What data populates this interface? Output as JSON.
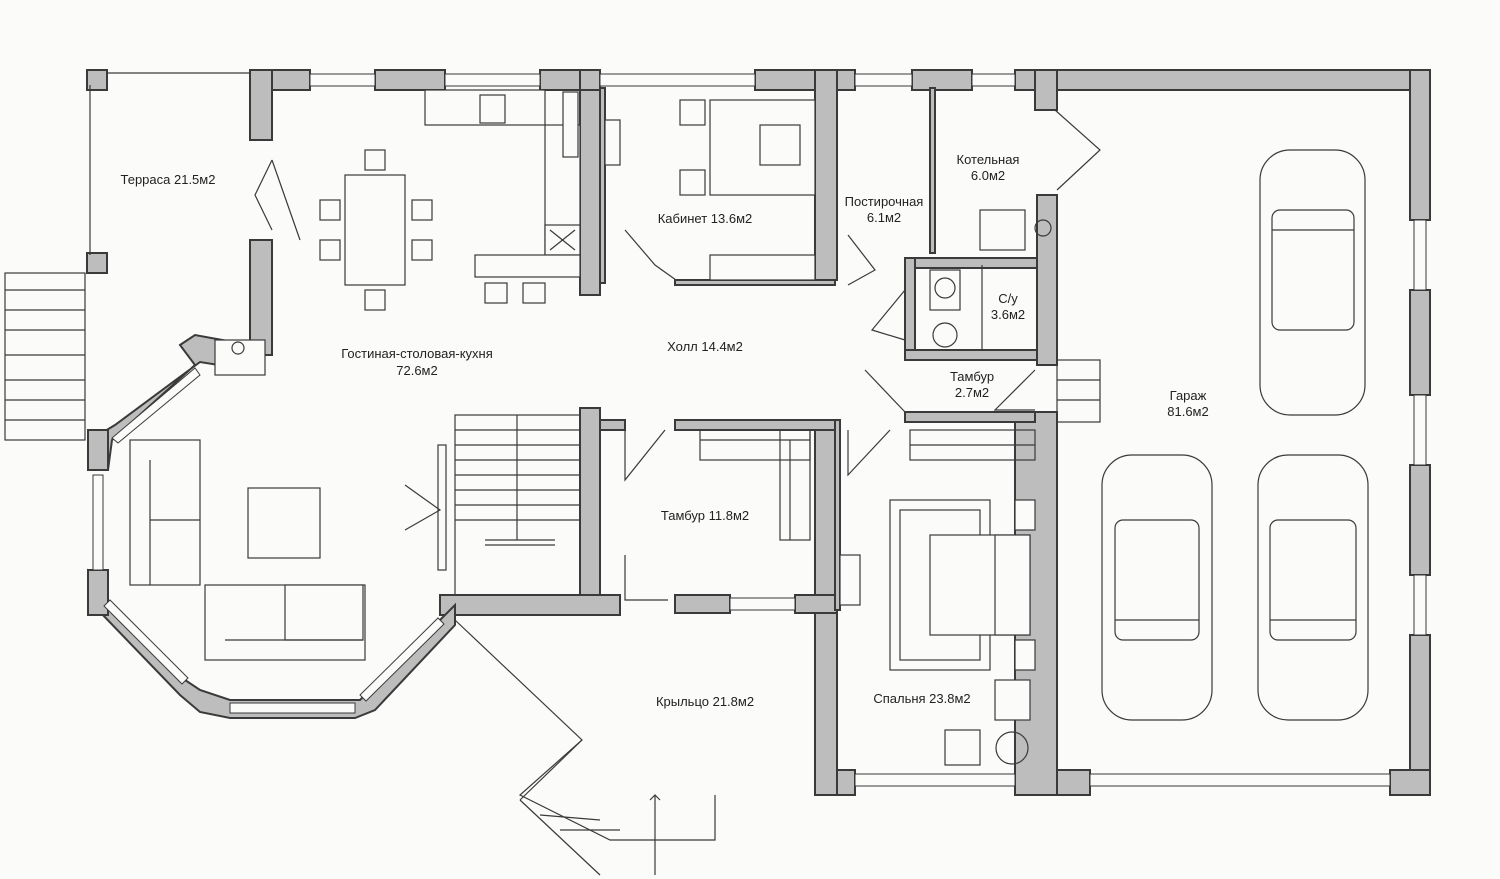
{
  "plan": {
    "rooms": [
      {
        "key": "terrace",
        "name": "Терраса 21.5м2",
        "area": ""
      },
      {
        "key": "living",
        "name": "Гостиная-столовая-кухня",
        "area": "72.6м2"
      },
      {
        "key": "study",
        "name": "Кабинет 13.6м2",
        "area": ""
      },
      {
        "key": "laundry",
        "name": "Постирочная",
        "area": "6.1м2"
      },
      {
        "key": "boiler",
        "name": "Котельная",
        "area": "6.0м2"
      },
      {
        "key": "wc",
        "name": "С/у",
        "area": "3.6м2"
      },
      {
        "key": "hall",
        "name": "Холл 14.4м2",
        "area": ""
      },
      {
        "key": "vestibule_small",
        "name": "Тамбур",
        "area": "2.7м2"
      },
      {
        "key": "garage",
        "name": "Гараж",
        "area": "81.6м2"
      },
      {
        "key": "vestibule",
        "name": "Тамбур 11.8м2",
        "area": ""
      },
      {
        "key": "porch",
        "name": "Крыльцо 21.8м2",
        "area": ""
      },
      {
        "key": "bedroom",
        "name": "Спальня 23.8м2",
        "area": ""
      }
    ]
  }
}
